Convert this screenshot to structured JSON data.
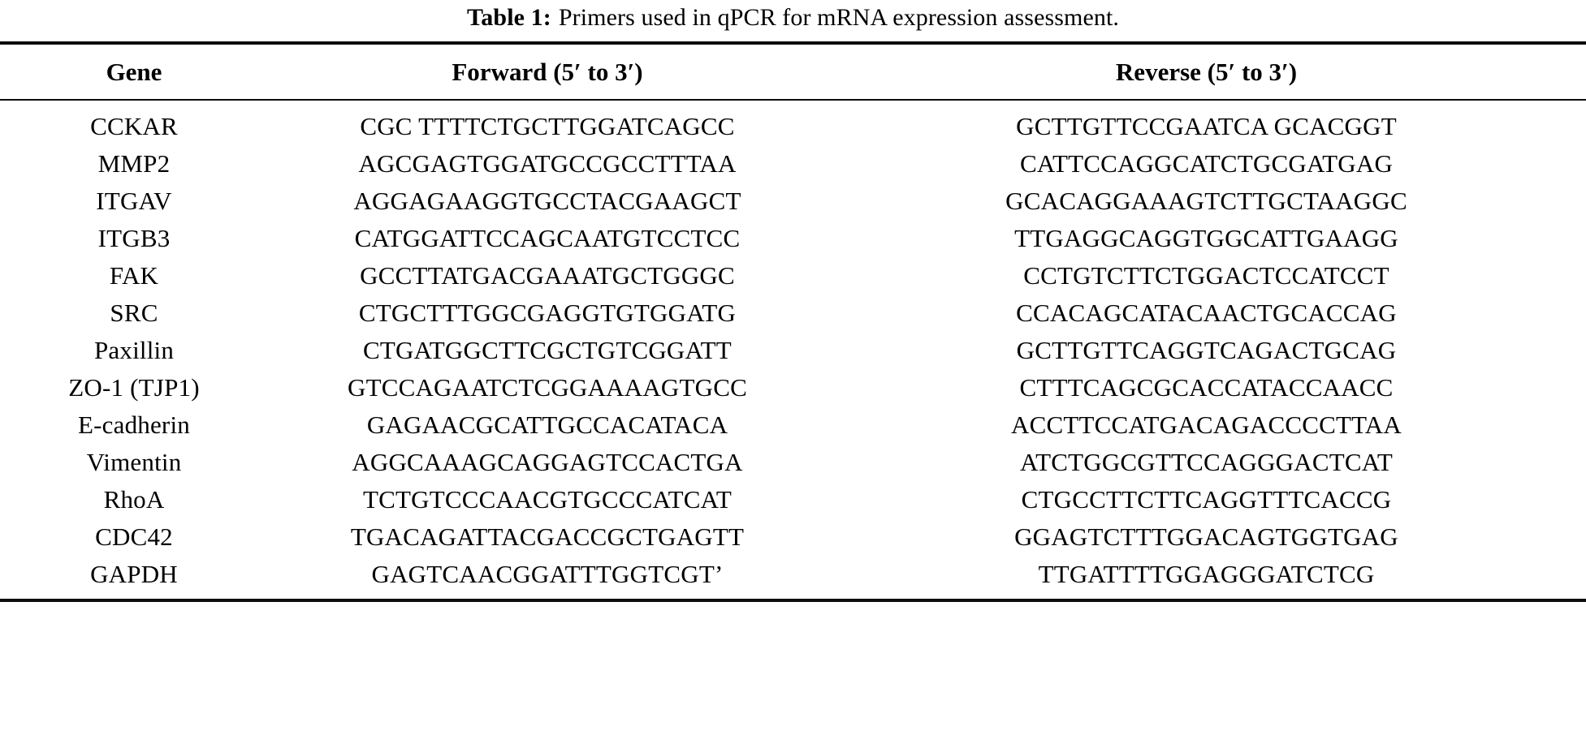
{
  "caption": {
    "label": "Table 1:",
    "text": "Primers used in qPCR for mRNA expression assessment."
  },
  "table": {
    "columns": [
      {
        "key": "gene",
        "header": "Gene"
      },
      {
        "key": "forward",
        "header_prefix": "Forward (5",
        "header_middle": " to 3",
        "header_suffix": ")"
      },
      {
        "key": "reverse",
        "header_prefix": "Reverse (5",
        "header_middle": " to 3",
        "header_suffix": ")"
      }
    ],
    "headers": {
      "gene": "Gene",
      "forward": "Forward (5′ to 3′)",
      "reverse": "Reverse (5′ to 3′)"
    },
    "rows": [
      {
        "gene": "CCKAR",
        "forward": "CGC TTTTCTGCTTGGATCAGCC",
        "reverse": "GCTTGTTCCGAATCA GCACGGT"
      },
      {
        "gene": "MMP2",
        "forward": "AGCGAGTGGATGCCGCCTTTAA",
        "reverse": "CATTCCAGGCATCTGCGATGAG"
      },
      {
        "gene": "ITGAV",
        "forward": "AGGAGAAGGTGCCTACGAAGCT",
        "reverse": "GCACAGGAAAGTCTTGCTAAGGC"
      },
      {
        "gene": "ITGB3",
        "forward": "CATGGATTCCAGCAATGTCCTCC",
        "reverse": "TTGAGGCAGGTGGCATTGAAGG"
      },
      {
        "gene": "FAK",
        "forward": "GCCTTATGACGAAATGCTGGGC",
        "reverse": "CCTGTCTTCTGGACTCCATCCT"
      },
      {
        "gene": "SRC",
        "forward": "CTGCTTTGGCGAGGTGTGGATG",
        "reverse": "CCACAGCATACAACTGCACCAG"
      },
      {
        "gene": "Paxillin",
        "forward": "CTGATGGCTTCGCTGTCGGATT",
        "reverse": "GCTTGTTCAGGTCAGACTGCAG"
      },
      {
        "gene": "ZO-1 (TJP1)",
        "forward": "GTCCAGAATCTCGGAAAAGTGCC",
        "reverse": "CTTTCAGCGCACCATACCAACC"
      },
      {
        "gene": "E-cadherin",
        "forward": "GAGAACGCATTGCCACATACA",
        "reverse": "ACCTTCCATGACAGACCCCTTAA"
      },
      {
        "gene": "Vimentin",
        "forward": "AGGCAAAGCAGGAGTCCACTGA",
        "reverse": "ATCTGGCGTTCCAGGGACTCAT"
      },
      {
        "gene": "RhoA",
        "forward": "TCTGTCCCAACGTGCCCATCAT",
        "reverse": "CTGCCTTCTTCAGGTTTCACCG"
      },
      {
        "gene": "CDC42",
        "forward": "TGACAGATTACGACCGCTGAGTT",
        "reverse": "GGAGTCTTTGGACAGTGGTGAG"
      },
      {
        "gene": "GAPDH",
        "forward": "GAGTCAACGGATTTGGTCGT’",
        "reverse": "TTGATTTTGGAGGGATCTCG"
      }
    ]
  }
}
